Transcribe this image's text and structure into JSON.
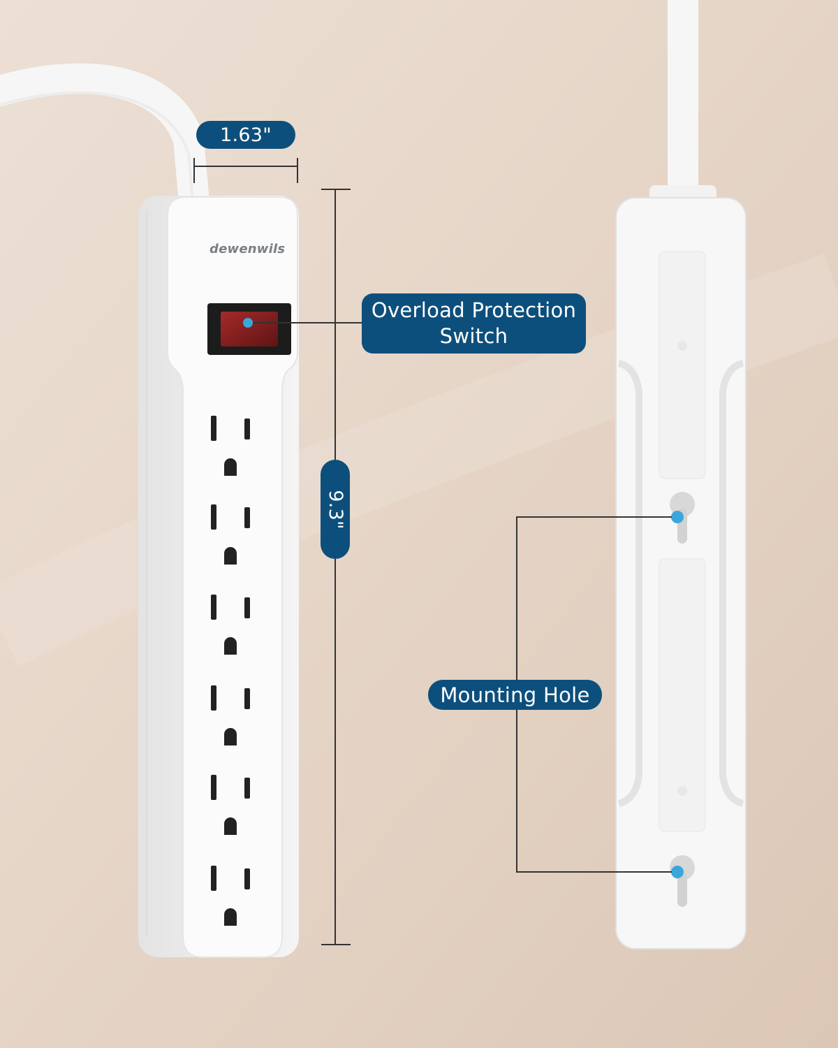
{
  "brand": "dewenwils",
  "labels": {
    "width": "1.63\"",
    "height": "9.3\"",
    "switch_line1": "Overload Protection",
    "switch_line2": "Switch",
    "mounting": "Mounting Hole"
  },
  "product": {
    "outlet_count": 6,
    "mounting_holes": 2
  },
  "colors": {
    "background": "#e6d6c9",
    "pill": "#0d4f7c",
    "strip": "#f7f7f7",
    "switch": "#8b1f1f",
    "marker": "#3aa6dc",
    "leader": "#333333"
  },
  "icons": [
    "power-strip-front",
    "power-strip-back",
    "power-switch-icon",
    "mounting-hole-icon"
  ]
}
